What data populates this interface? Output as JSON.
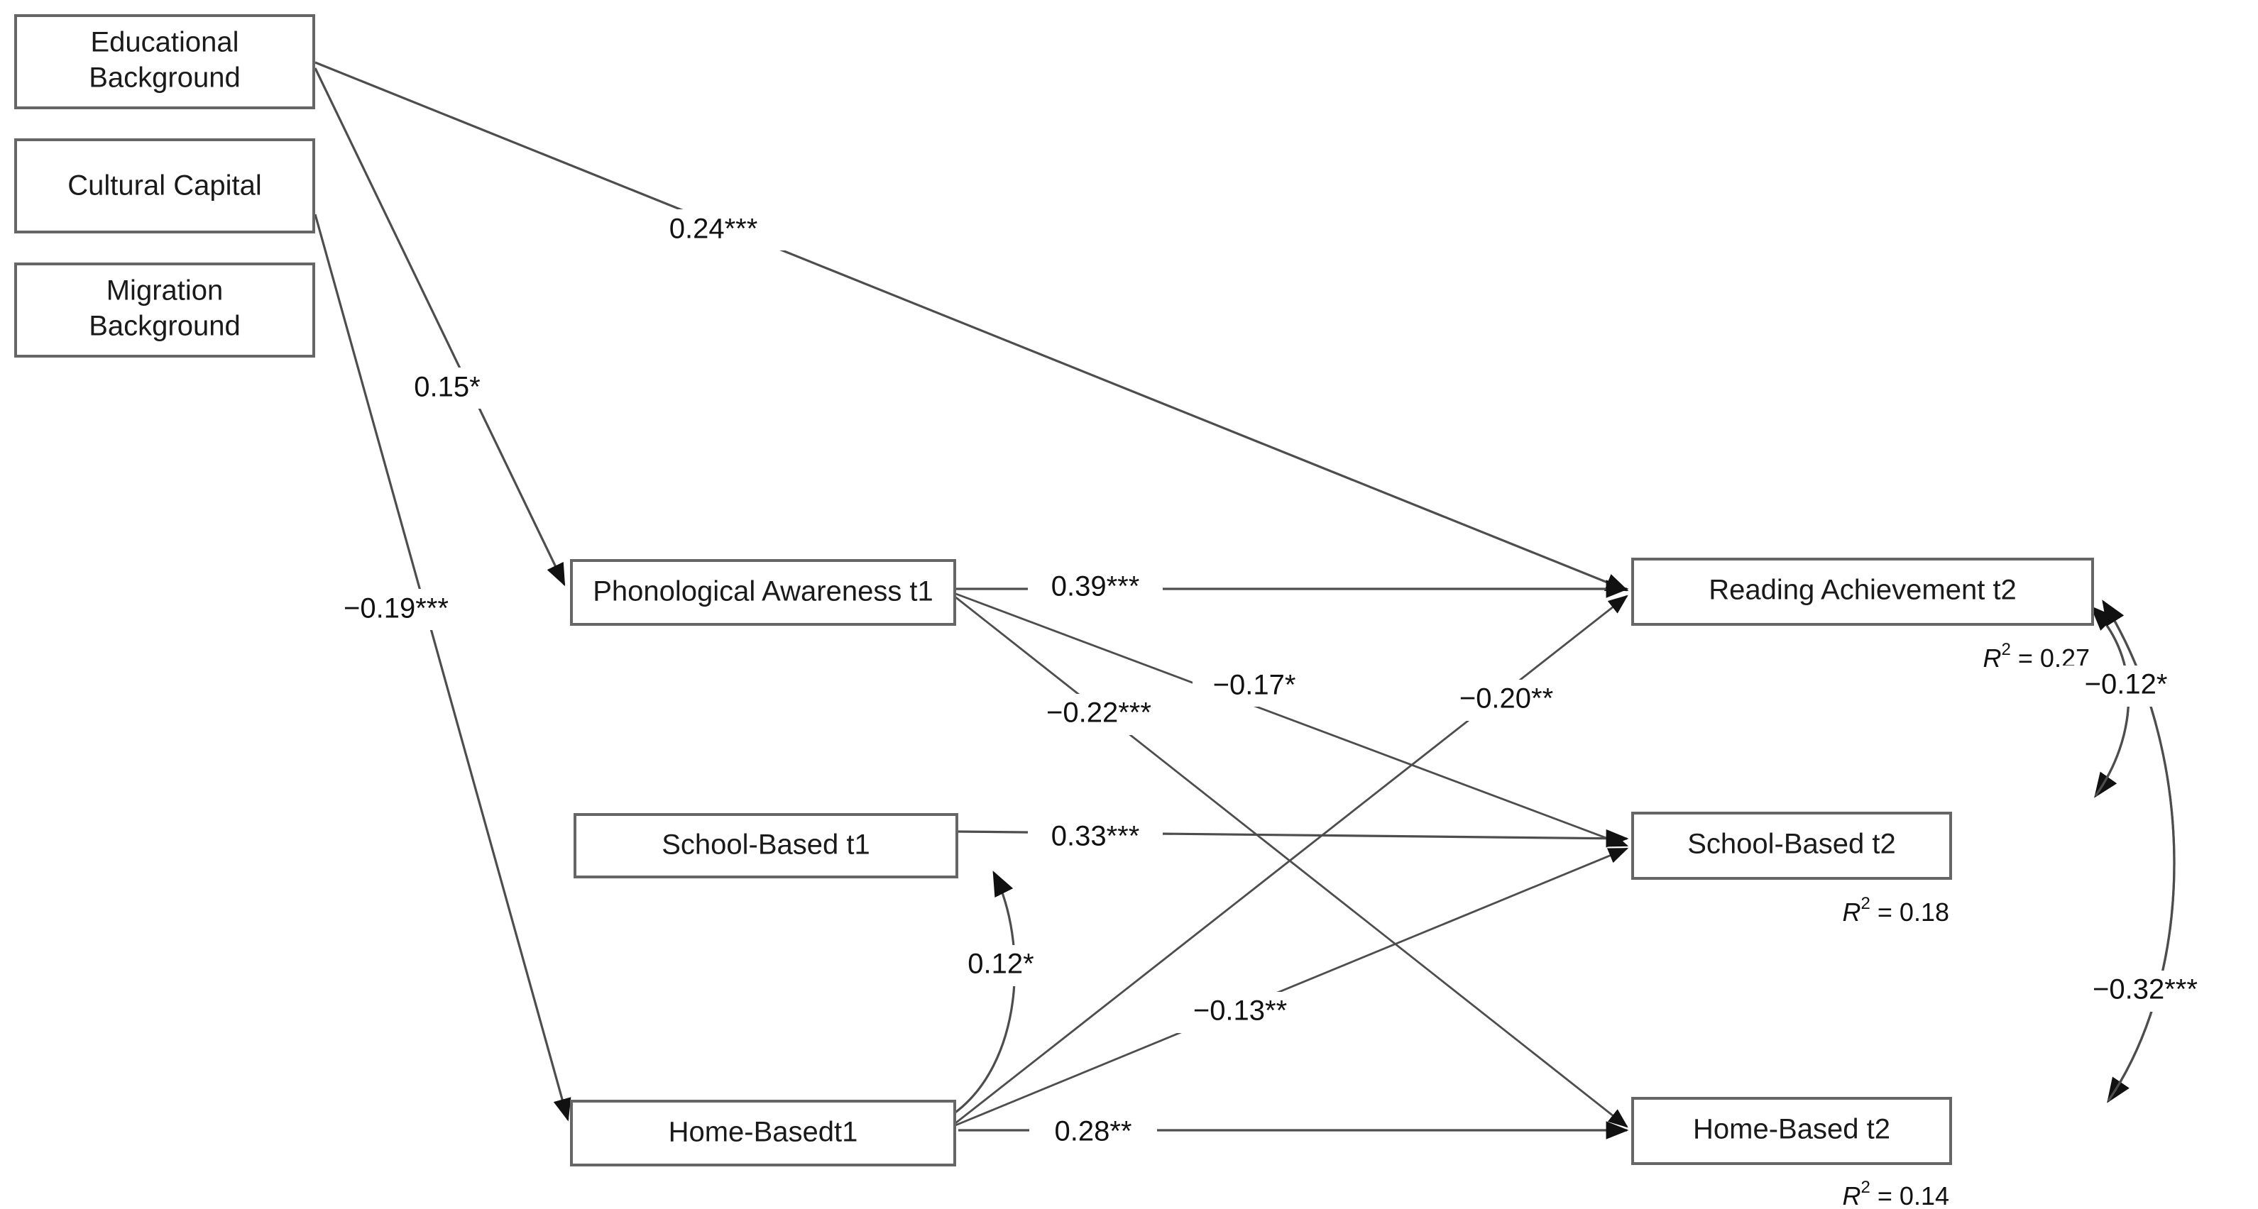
{
  "figure": {
    "type": "path-diagram",
    "background_color": "#ffffff",
    "line_color": "#4d4d4d",
    "box_border_color": "#666666",
    "text_color": "#1a1a1a"
  },
  "nodes": {
    "educational_background": {
      "label": "Educational\nBackground",
      "line1": "Educational",
      "line2": "Background"
    },
    "cultural_capital": {
      "label": "Cultural Capital"
    },
    "migration_background": {
      "label": "Migration\nBackground",
      "line1": "Migration",
      "line2": "Background"
    },
    "phonological_awareness_t1": {
      "label": "Phonological Awareness t1"
    },
    "school_based_t1": {
      "label": "School-Based t1"
    },
    "home_based_t1": {
      "label": "Home-Basedt1"
    },
    "reading_achievement_t2": {
      "label": "Reading Achievement t2",
      "r2_prefix": "R",
      "r2_exponent": "2",
      "r2_value": "= 0.27"
    },
    "school_based_t2": {
      "label": "School-Based t2",
      "r2_prefix": "R",
      "r2_exponent": "2",
      "r2_value": "= 0.18"
    },
    "home_based_t2": {
      "label": "Home-Based t2",
      "r2_prefix": "R",
      "r2_exponent": "2",
      "r2_value": "= 0.14"
    }
  },
  "coefficients": {
    "edu_to_reading_t2": "0.24***",
    "edu_to_phono_t1": "0.15*",
    "cultural_to_home_t1": "−0.19***",
    "phono_t1_to_reading_t2": "0.39***",
    "phono_t1_to_schoolbased_t2": "−0.17*",
    "phono_t1_to_homebased_t2": "−0.22***",
    "homebased_t1_to_reading_t2": "−0.20**",
    "schoolbased_t1_to_schoolbased_t2": "0.33***",
    "schoolbased_t1_homebased_t1_corr": "0.12*",
    "homebased_t1_to_schoolbased_t2": "−0.13**",
    "homebased_t1_to_homebased_t2": "0.28**",
    "reading_t2_schoolbased_t2_corr": "−0.12*",
    "reading_t2_homebased_t2_corr": "−0.32***"
  },
  "chart_data": {
    "type": "diagram",
    "title": "",
    "paths": [
      {
        "from": "Educational Background",
        "to": "Reading Achievement t2",
        "value": "0.24***",
        "style": "directed"
      },
      {
        "from": "Educational Background",
        "to": "Phonological Awareness t1",
        "value": "0.15*",
        "style": "directed"
      },
      {
        "from": "Cultural Capital",
        "to": "Home-Basedt1",
        "value": "−0.19***",
        "style": "directed"
      },
      {
        "from": "Phonological Awareness t1",
        "to": "Reading Achievement t2",
        "value": "0.39***",
        "style": "directed"
      },
      {
        "from": "Phonological Awareness t1",
        "to": "School-Based t2",
        "value": "−0.17*",
        "style": "directed"
      },
      {
        "from": "Phonological Awareness t1",
        "to": "Home-Based t2",
        "value": "−0.22***",
        "style": "directed"
      },
      {
        "from": "School-Based t1",
        "to": "School-Based t2",
        "value": "0.33***",
        "style": "directed"
      },
      {
        "from": "Home-Basedt1",
        "to": "Reading Achievement t2",
        "value": "−0.20**",
        "style": "directed"
      },
      {
        "from": "Home-Basedt1",
        "to": "School-Based t2",
        "value": "−0.13**",
        "style": "directed"
      },
      {
        "from": "Home-Basedt1",
        "to": "Home-Based t2",
        "value": "0.28**",
        "style": "directed"
      },
      {
        "from": "School-Based t1",
        "to": "Home-Basedt1",
        "value": "0.12*",
        "style": "correlation"
      },
      {
        "from": "Reading Achievement t2",
        "to": "School-Based t2",
        "value": "−0.12*",
        "style": "correlation"
      },
      {
        "from": "Reading Achievement t2",
        "to": "Home-Based t2",
        "value": "−0.32***",
        "style": "correlation"
      }
    ],
    "explained_variance": [
      {
        "node": "Reading Achievement t2",
        "r2": 0.27
      },
      {
        "node": "School-Based t2",
        "r2": 0.18
      },
      {
        "node": "Home-Based t2",
        "r2": 0.14
      }
    ]
  }
}
